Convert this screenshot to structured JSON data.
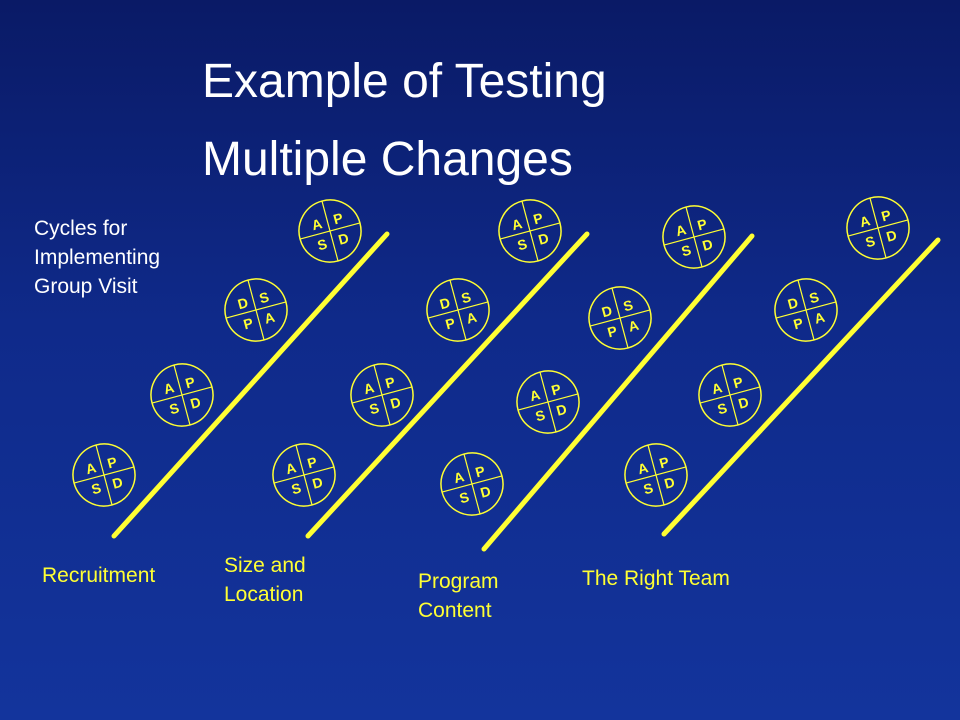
{
  "title": {
    "line1": "Example of Testing",
    "line2": "Multiple Changes"
  },
  "side_label": {
    "line1": "Cycles for",
    "line2": "Implementing",
    "line3": "Group Visit"
  },
  "colors": {
    "background_top": "#0a1a66",
    "background_bottom": "#13349c",
    "accent_yellow": "#ffff33",
    "text_white": "#ffffff"
  },
  "change_ideas": [
    {
      "lines": [
        "Recruitment"
      ]
    },
    {
      "lines": [
        "Size and",
        "Location"
      ]
    },
    {
      "lines": [
        "Program",
        "Content"
      ]
    },
    {
      "lines": [
        "The Right Team"
      ]
    }
  ],
  "pdsa_letters": {
    "standard": [
      "A",
      "P",
      "S",
      "D"
    ],
    "rotated": [
      "D",
      "S",
      "P",
      "A"
    ]
  }
}
